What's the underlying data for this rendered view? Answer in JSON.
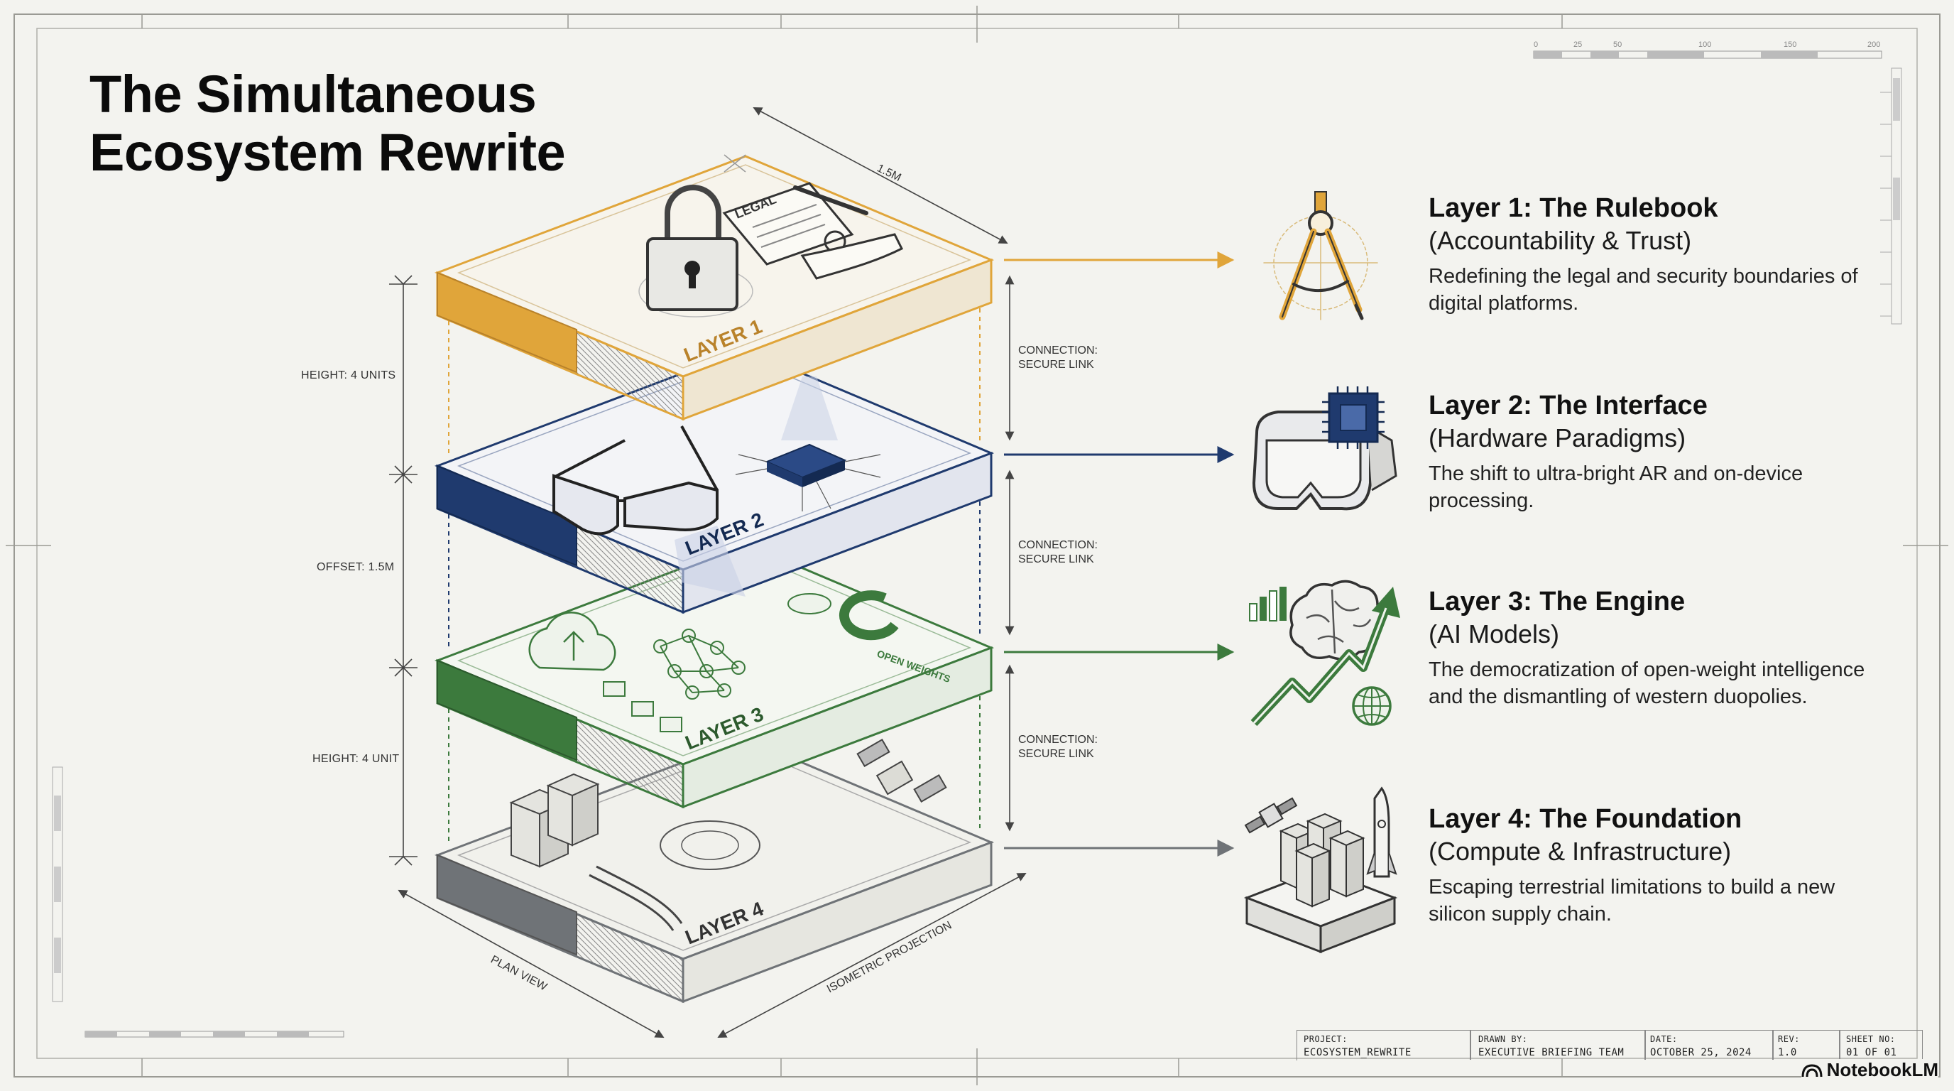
{
  "title": {
    "line1": "The Simultaneous",
    "line2": "Ecosystem Rewrite"
  },
  "colors": {
    "layer1": "#e0a53a",
    "layer2": "#1f3a6e",
    "layer3": "#3c7a3d",
    "layer4": "#6f7377",
    "ink": "#2a2a2a",
    "paper": "#f3f3ef"
  },
  "layers": [
    {
      "plate_label": "LAYER 1",
      "heading": "Layer 1: The Rulebook",
      "subheading": "(Accountability & Trust)",
      "body": "Redefining the legal and security boundaries of digital platforms.",
      "icon": "compass-icon",
      "plate_text": "LEGAL"
    },
    {
      "plate_label": "LAYER 2",
      "heading": "Layer 2: The Interface",
      "subheading": "(Hardware Paradigms)",
      "body": "The shift to ultra-bright AR and on-device processing.",
      "icon": "vr-headset-chip-icon"
    },
    {
      "plate_label": "LAYER 3",
      "heading": "Layer 3: The Engine",
      "subheading": "(AI Models)",
      "body": "The democratization of open-weight intelligence and the dismantling of western duopolies.",
      "icon": "brain-growth-icon",
      "plate_text": "OPEN WEIGHTS"
    },
    {
      "plate_label": "LAYER 4",
      "heading": "Layer 4: The Foundation",
      "subheading": "(Compute & Infrastructure)",
      "body": "Escaping terrestrial limitations to build a new silicon supply chain.",
      "icon": "datacenter-satellite-icon"
    }
  ],
  "dimensions": {
    "top": "1.5M",
    "height_units": "HEIGHT: 4 UNITS",
    "offset": "OFFSET: 1.5M",
    "height_unit": "HEIGHT: 4 UNIT",
    "plan_view": "PLAN VIEW",
    "isometric": "ISOMETRIC PROJECTION"
  },
  "connections": [
    {
      "line1": "CONNECTION:",
      "line2": "SECURE LINK"
    },
    {
      "line1": "CONNECTION:",
      "line2": "SECURE LINK"
    },
    {
      "line1": "CONNECTION:",
      "line2": "SECURE LINK"
    }
  ],
  "scale_top": [
    "0",
    "25",
    "50",
    "100",
    "150",
    "200"
  ],
  "title_block": {
    "project_label": "PROJECT:",
    "project_value": "ECOSYSTEM_REWRITE",
    "drawn_label": "DRAWN BY:",
    "drawn_value": "EXECUTIVE BRIEFING TEAM",
    "date_label": "DATE:",
    "date_value": "OCTOBER 25, 2024",
    "rev_label": "REV:",
    "rev_value": "1.0",
    "sheet_label": "SHEET NO:",
    "sheet_value": "01 OF 01"
  },
  "brand": "NotebookLM"
}
